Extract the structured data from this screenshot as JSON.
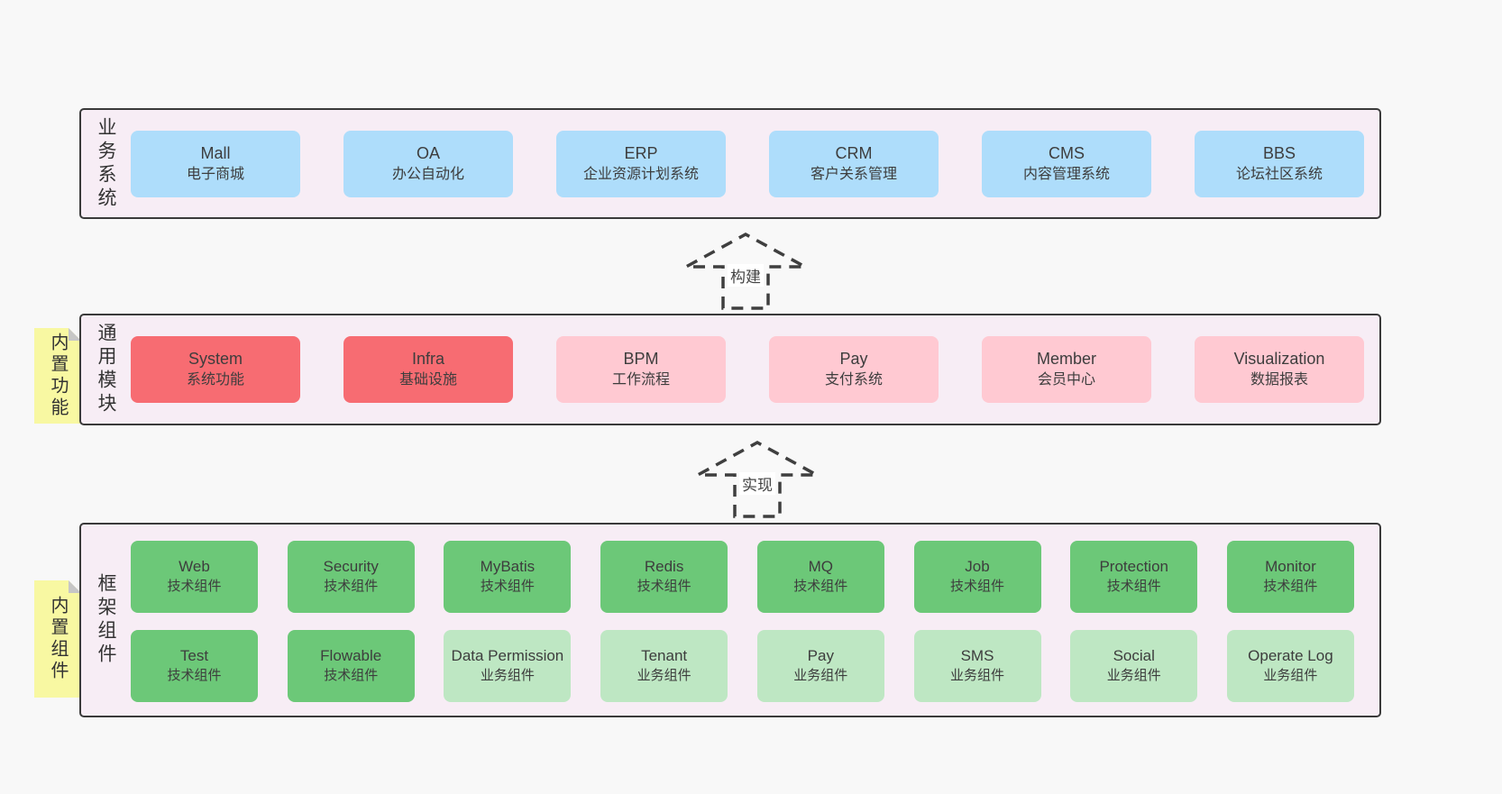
{
  "colors": {
    "page_bg": "#f8f8f8",
    "panel_bg": "#f7edf5",
    "panel_border": "#3a3a3a",
    "blue_box": "#aeddfb",
    "red_box": "#f76c72",
    "pink_box": "#ffc9d2",
    "green_box": "#6cc878",
    "light_green_box": "#bee7c3",
    "sticky_yellow": "#f8f8a2",
    "sticky_fold_gray": "#c6c6c6",
    "text": "#3d3d3d",
    "arrow_stroke": "#3f3f3f"
  },
  "business_layer": {
    "label": "业务系统",
    "boxes": [
      {
        "title": "Mall",
        "subtitle": "电子商城"
      },
      {
        "title": "OA",
        "subtitle": "办公自动化"
      },
      {
        "title": "ERP",
        "subtitle": "企业资源计划系统"
      },
      {
        "title": "CRM",
        "subtitle": "客户关系管理"
      },
      {
        "title": "CMS",
        "subtitle": "内容管理系统"
      },
      {
        "title": "BBS",
        "subtitle": "论坛社区系统"
      }
    ]
  },
  "arrow_build": {
    "label": "构建"
  },
  "modules_layer": {
    "label": "通用模块",
    "sticky": "内置功能",
    "boxes": [
      {
        "title": "System",
        "subtitle": "系统功能"
      },
      {
        "title": "Infra",
        "subtitle": "基础设施"
      },
      {
        "title": "BPM",
        "subtitle": "工作流程"
      },
      {
        "title": "Pay",
        "subtitle": "支付系统"
      },
      {
        "title": "Member",
        "subtitle": "会员中心"
      },
      {
        "title": "Visualization",
        "subtitle": "数据报表"
      }
    ]
  },
  "arrow_implement": {
    "label": "实现"
  },
  "framework_layer": {
    "label": "框架组件",
    "sticky": "内置组件",
    "row1": [
      {
        "title": "Web",
        "subtitle": "技术组件"
      },
      {
        "title": "Security",
        "subtitle": "技术组件"
      },
      {
        "title": "MyBatis",
        "subtitle": "技术组件"
      },
      {
        "title": "Redis",
        "subtitle": "技术组件"
      },
      {
        "title": "MQ",
        "subtitle": "技术组件"
      },
      {
        "title": "Job",
        "subtitle": "技术组件"
      },
      {
        "title": "Protection",
        "subtitle": "技术组件"
      },
      {
        "title": "Monitor",
        "subtitle": "技术组件"
      }
    ],
    "row2": [
      {
        "title": "Test",
        "subtitle": "技术组件"
      },
      {
        "title": "Flowable",
        "subtitle": "技术组件"
      },
      {
        "title": "Data Permission",
        "subtitle": "业务组件"
      },
      {
        "title": "Tenant",
        "subtitle": "业务组件"
      },
      {
        "title": "Pay",
        "subtitle": "业务组件"
      },
      {
        "title": "SMS",
        "subtitle": "业务组件"
      },
      {
        "title": "Social",
        "subtitle": "业务组件"
      },
      {
        "title": "Operate Log",
        "subtitle": "业务组件"
      }
    ]
  }
}
